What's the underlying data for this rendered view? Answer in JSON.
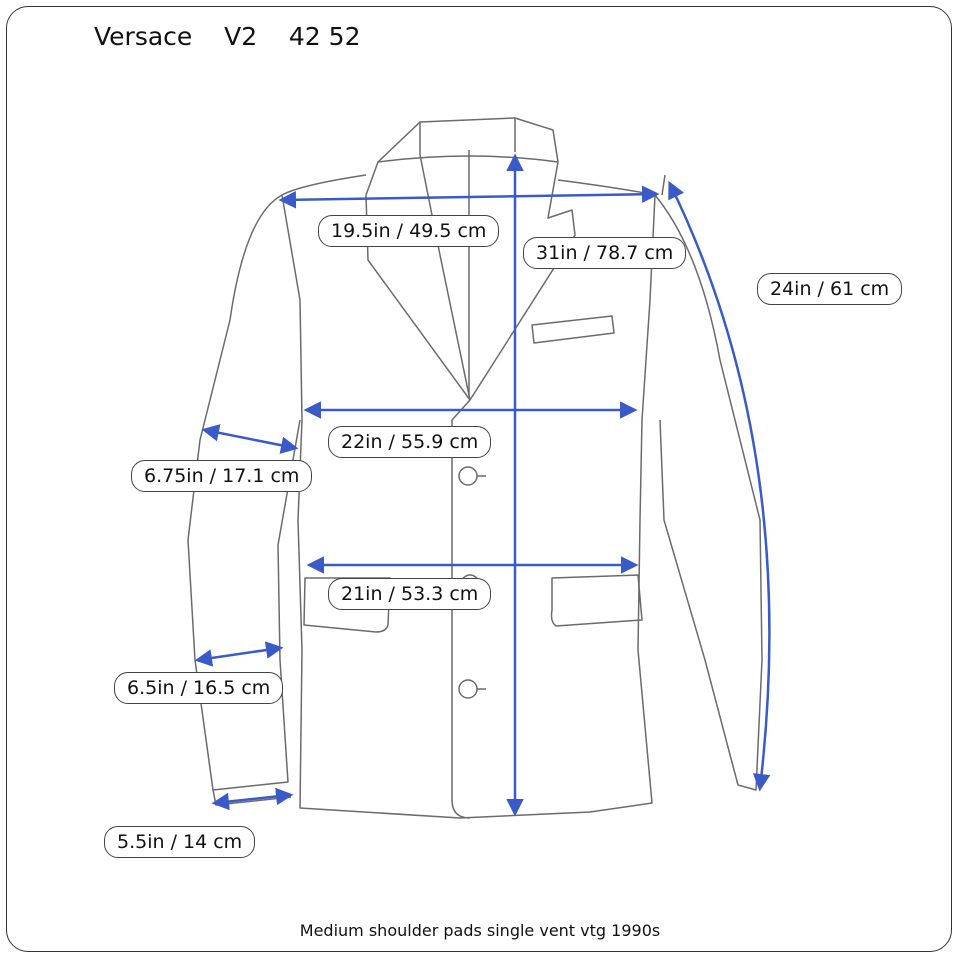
{
  "header": {
    "brand": "Versace",
    "model": "V2",
    "sizes": "42 52"
  },
  "measurements": {
    "shoulder": "19.5in / 49.5 cm",
    "length": "31in / 78.7 cm",
    "sleeve": "24in / 61 cm",
    "chest": "22in / 55.9 cm",
    "bicep": "6.75in / 17.1 cm",
    "waist": "21in / 53.3 cm",
    "forearm": "6.5in / 16.5 cm",
    "cuff": "5.5in / 14 cm"
  },
  "caption": "Medium shoulder pads single vent vtg 1990s",
  "colors": {
    "arrow": "#3a5bc7",
    "outline": "#6b6b6b"
  }
}
